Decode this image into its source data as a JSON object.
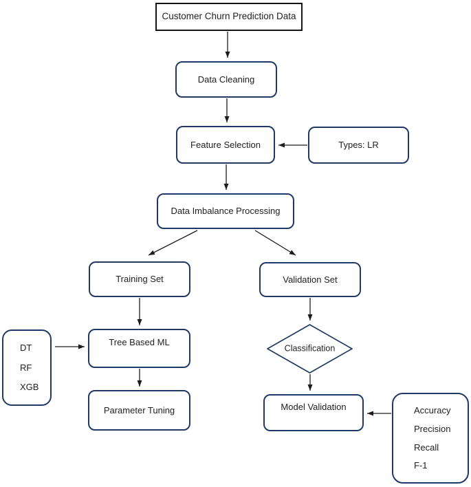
{
  "diagram": {
    "title": "Customer Churn Prediction flowchart",
    "colors": {
      "node_border": "#1f3864",
      "start_border": "#141414",
      "arrow": "#1c1c1c",
      "text": "#212121",
      "background": "#ffffff"
    },
    "nodes": {
      "start": "Customer Churn Prediction Data",
      "data_cleaning": "Data Cleaning",
      "feature_selection": "Feature Selection",
      "types_lr": "Types: LR",
      "data_imbalance": "Data Imbalance Processing",
      "training_set": "Training Set",
      "validation_set": "Validation Set",
      "tree_based_ml": "Tree Based ML",
      "parameter_tuning": "Parameter Tuning",
      "classification": "Classification",
      "model_validation": "Model Validation",
      "ml_types": {
        "items": [
          "DT",
          "RF",
          "XGB"
        ]
      },
      "metrics": {
        "items": [
          "Accuracy",
          "Precision",
          "Recall",
          "F-1"
        ]
      }
    }
  }
}
